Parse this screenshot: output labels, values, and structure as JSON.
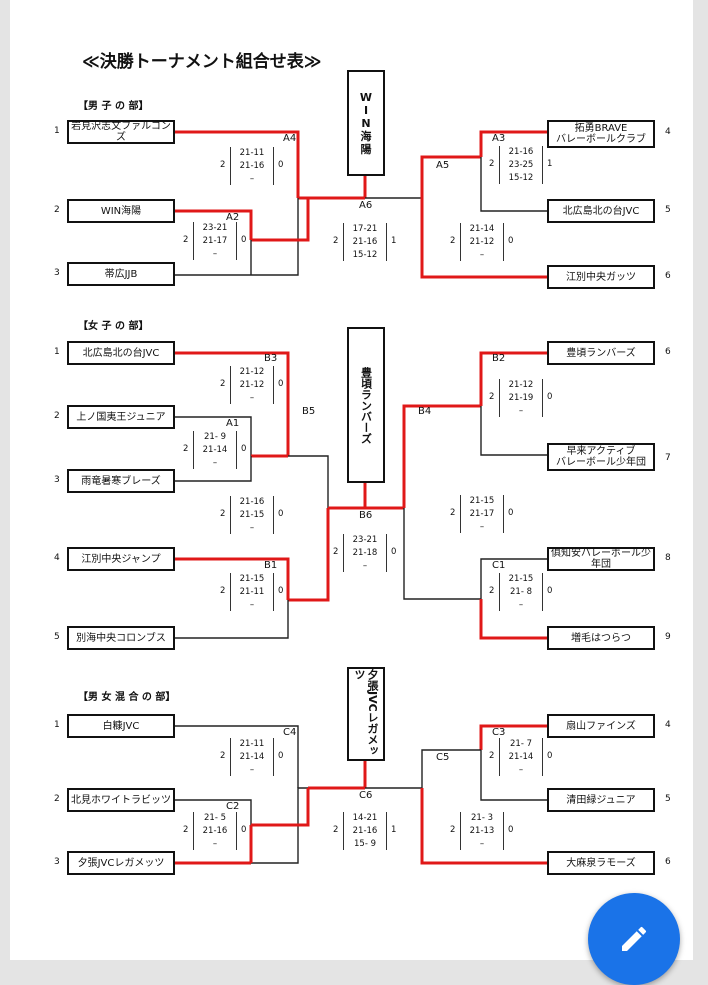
{
  "title": "≪決勝トーナメント組合せ表≫",
  "sections": {
    "boys": "【男 子 の 部】",
    "girls": "【女 子 の 部】",
    "mixed": "【男 女 混 合 の 部】"
  },
  "boys": {
    "teams": [
      "岩見沢志文ファルコンズ",
      "WIN海陽",
      "帯広JJB",
      "拓勇BRAVE\nバレーボールクラブ",
      "北広島北の台JVC",
      "江別中央ガッツ"
    ],
    "seeds": [
      "1",
      "2",
      "3",
      "4",
      "5",
      "6"
    ],
    "champion": "WIN海陽",
    "codes": [
      "A4",
      "A2",
      "A6",
      "A3",
      "A5"
    ],
    "scores": [
      {
        "l": "2",
        "r": "0",
        "sets": [
          "21-11",
          "21-16",
          "–"
        ]
      },
      {
        "l": "2",
        "r": "0",
        "sets": [
          "23-21",
          "21-17",
          "–"
        ]
      },
      {
        "l": "2",
        "r": "1",
        "sets": [
          "17-21",
          "21-16",
          "15-12"
        ]
      },
      {
        "l": "2",
        "r": "1",
        "sets": [
          "21-16",
          "23-25",
          "15-12"
        ]
      },
      {
        "l": "2",
        "r": "0",
        "sets": [
          "21-14",
          "21-12",
          "–"
        ]
      }
    ]
  },
  "girls": {
    "teams": [
      "北広島北の台JVC",
      "上ノ国夷王ジュニア",
      "雨竜暑寒ブレーズ",
      "江別中央ジャンプ",
      "別海中央コロンブス",
      "豊頃ランバーズ",
      "早来アクティブ\nバレーボール少年団",
      "俱知安バレーボール少年団",
      "増毛はつらつ"
    ],
    "seeds": [
      "1",
      "2",
      "3",
      "4",
      "5",
      "6",
      "7",
      "8",
      "9"
    ],
    "champion": "豊頃ランバーズ",
    "codes": [
      "B3",
      "A1",
      "B5",
      "B1",
      "B6",
      "B2",
      "B4",
      "C1"
    ],
    "scores": [
      {
        "l": "2",
        "r": "0",
        "sets": [
          "21-12",
          "21-12",
          "–"
        ]
      },
      {
        "l": "2",
        "r": "0",
        "sets": [
          "21- 9",
          "21-14",
          "–"
        ]
      },
      {
        "l": "2",
        "r": "0",
        "sets": [
          "21-16",
          "21-15",
          "–"
        ]
      },
      {
        "l": "2",
        "r": "0",
        "sets": [
          "21-15",
          "21-11",
          "–"
        ]
      },
      {
        "l": "2",
        "r": "0",
        "sets": [
          "23-21",
          "21-18",
          "–"
        ]
      },
      {
        "l": "2",
        "r": "0",
        "sets": [
          "21-12",
          "21-19",
          "–"
        ]
      },
      {
        "l": "2",
        "r": "0",
        "sets": [
          "21-15",
          "21-17",
          "–"
        ]
      },
      {
        "l": "2",
        "r": "0",
        "sets": [
          "21-15",
          "21- 8",
          "–"
        ]
      }
    ]
  },
  "mixed": {
    "teams": [
      "白糠JVC",
      "北見ホワイトラビッツ",
      "夕張JVCレガメッツ",
      "扇山ファインズ",
      "清田緑ジュニア",
      "大麻泉ラモーズ"
    ],
    "seeds": [
      "1",
      "2",
      "3",
      "4",
      "5",
      "6"
    ],
    "champion": "夕張JVCレガメッツ",
    "codes": [
      "C4",
      "C2",
      "C6",
      "C3",
      "C5"
    ],
    "scores": [
      {
        "l": "2",
        "r": "0",
        "sets": [
          "21-11",
          "21-14",
          "–"
        ]
      },
      {
        "l": "2",
        "r": "0",
        "sets": [
          "21- 5",
          "21-16",
          "–"
        ]
      },
      {
        "l": "2",
        "r": "1",
        "sets": [
          "14-21",
          "21-16",
          "15- 9"
        ]
      },
      {
        "l": "2",
        "r": "0",
        "sets": [
          "21- 7",
          "21-14",
          "–"
        ]
      },
      {
        "l": "2",
        "r": "0",
        "sets": [
          "21- 3",
          "21-13",
          "–"
        ]
      }
    ]
  },
  "fab": {
    "icon": "pencil-icon",
    "color": "#1a73e8"
  },
  "colors": {
    "winner_line": "#e01818",
    "line": "#222222"
  }
}
